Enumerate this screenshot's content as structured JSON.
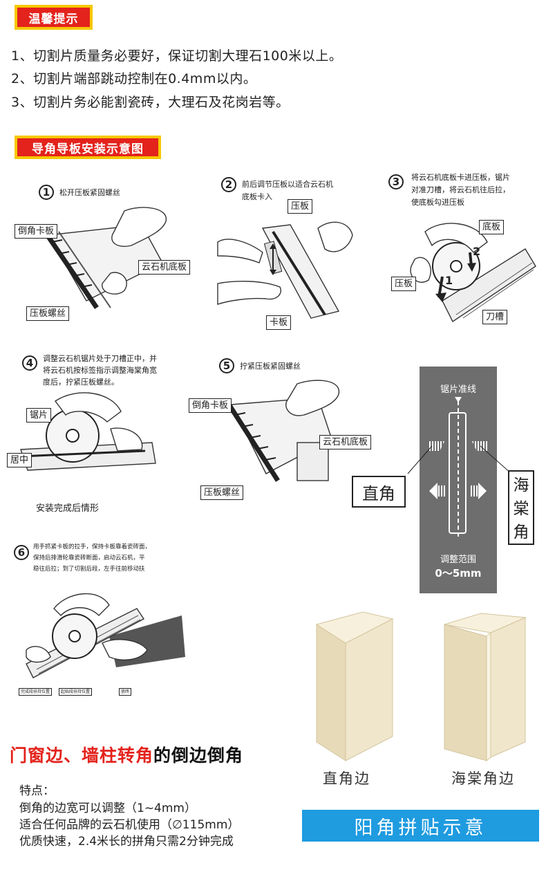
{
  "sections": {
    "tips_title": "温馨提示",
    "install_title": "导角导板安装示意图"
  },
  "tips": [
    "1、切割片质量务必要好，保证切割大理石100米以上。",
    "2、切割片端部跳动控制在0.4mm以内。",
    "3、切割片务必能割瓷砖，大理石及花岗岩等。"
  ],
  "steps": {
    "s1": {
      "num": "1",
      "text": "松开压板紧固螺丝",
      "labels": [
        "倒角卡板",
        "云石机底板",
        "压板螺丝"
      ]
    },
    "s2": {
      "num": "2",
      "text_l1": "前后调节压板以适合云石机",
      "text_l2": "底板卡入",
      "labels": [
        "压板",
        "卡板"
      ]
    },
    "s3": {
      "num": "3",
      "text_l1": "将云石机底板卡进压板，锯片",
      "text_l2": "对准刀槽，将云石机往后拉，",
      "text_l3": "使底板勾进压板",
      "labels": [
        "底板",
        "压板",
        "刀槽"
      ],
      "arrow1": "1",
      "arrow2": "2"
    },
    "s4": {
      "num": "4",
      "text_l1": "调整云石机锯片处于刀槽正中，并",
      "text_l2": "将云石机按标签指示调整海棠角宽",
      "text_l3": "度后，拧紧压板螺丝。",
      "labels": [
        "锯片",
        "居中"
      ],
      "caption": "安装完成后情形"
    },
    "s5": {
      "num": "5",
      "text": "拧紧压板紧固螺丝",
      "labels": [
        "倒角卡板",
        "云石机底板",
        "压板螺丝"
      ]
    },
    "s6": {
      "num": "6",
      "text_l1": "用手抓紧卡板的拉手，保持卡板靠着瓷砖面，",
      "text_l2": "保持后排滑轮靠瓷砖断面，启动云石机，平",
      "text_l3": "稳往后拉；到了切割后段，左手往前移动扶",
      "labels": [
        "完成段扶持位置",
        "起始段扶持位置",
        "瓷砖"
      ]
    }
  },
  "guide_panel": {
    "top_label": "锯片准线",
    "range_label": "调整范围",
    "range_value": "0～5mm",
    "left_tag": "直角",
    "right_tag_l1": "海",
    "right_tag_l2": "棠",
    "right_tag_l3": "角"
  },
  "headline": {
    "red_part": "门窗边、墙柱转角",
    "black_part": "的倒边倒角"
  },
  "features": {
    "title": "特点：",
    "items": [
      "倒角的边宽可以调整（1~4mm）",
      "适合任何品牌的云石机使用（∅115mm）",
      "优质快速，2.4米长的拼角只需2分钟完成"
    ]
  },
  "tiles": {
    "left_caption": "直角边",
    "right_caption": "海棠角边",
    "banner": "阳角拼贴示意"
  },
  "colors": {
    "badge_red": "#e3231c",
    "badge_border": "#f6c800",
    "panel_gray": "#6e6e6e",
    "banner_blue": "#1f9be0",
    "tile_cream": "#efe4c8"
  }
}
